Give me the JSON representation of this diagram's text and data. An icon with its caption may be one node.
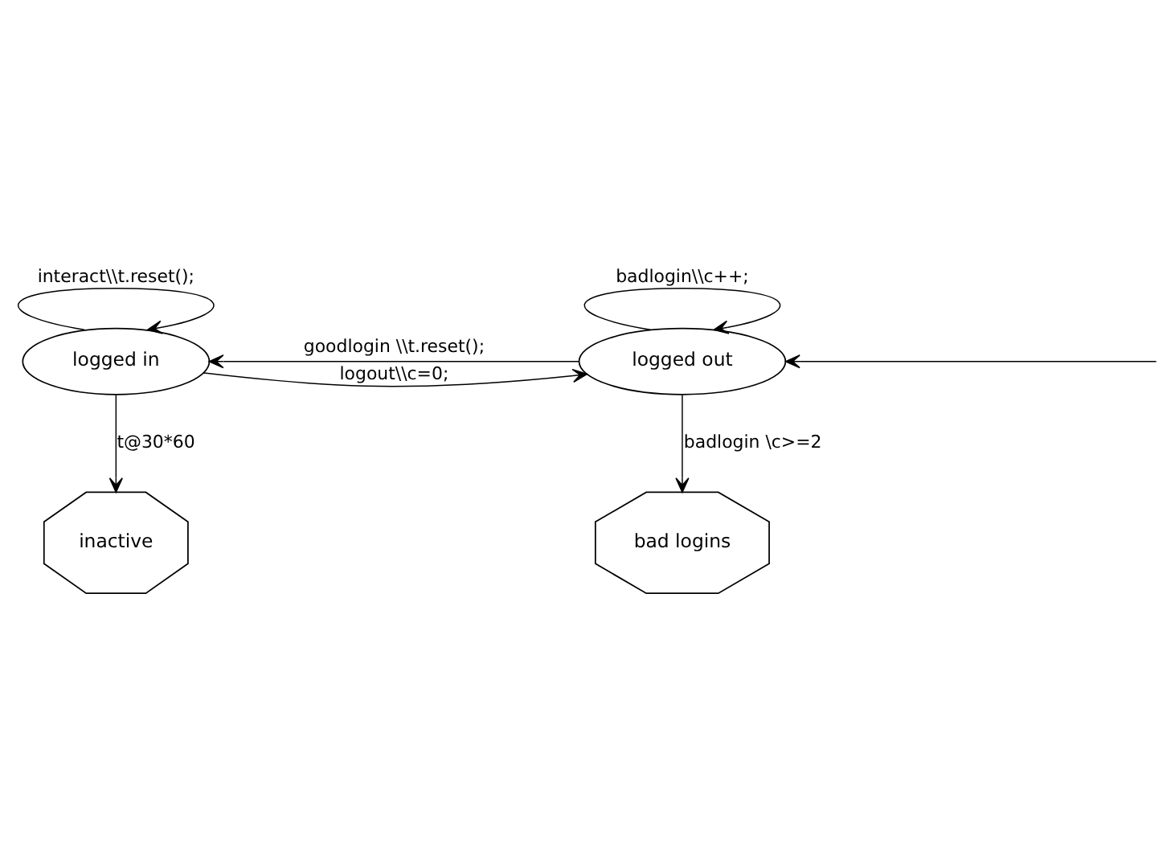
{
  "diagram": {
    "nodes": [
      {
        "text": [
          "logged in"
        ]
      },
      {
        "text": [
          "logged out"
        ]
      },
      {
        "text": [
          "inactive"
        ]
      },
      {
        "text": [
          "bad logins"
        ]
      }
    ],
    "edges": [
      {
        "from": 0,
        "to": 0,
        "arrow": "to",
        "label": "interact\\\\t.reset();"
      },
      {
        "from": 1,
        "to": 1,
        "arrow": "to",
        "label": "badlogin\\\\c++;"
      },
      {
        "from": 1,
        "to": 0,
        "arrow": "to",
        "label": "goodlogin \\\\t.reset();"
      },
      {
        "from": 0,
        "to": 1,
        "arrow": "to",
        "label": "logout\\\\c=0;"
      },
      {
        "from": null,
        "to": 1,
        "arrow": "to"
      },
      {
        "from": 0,
        "to": 2,
        "arrow": "to",
        "label": "t@30*60"
      },
      {
        "from": 1,
        "to": 3,
        "arrow": "to",
        "label": "badlogin \\c>=2"
      }
    ]
  }
}
